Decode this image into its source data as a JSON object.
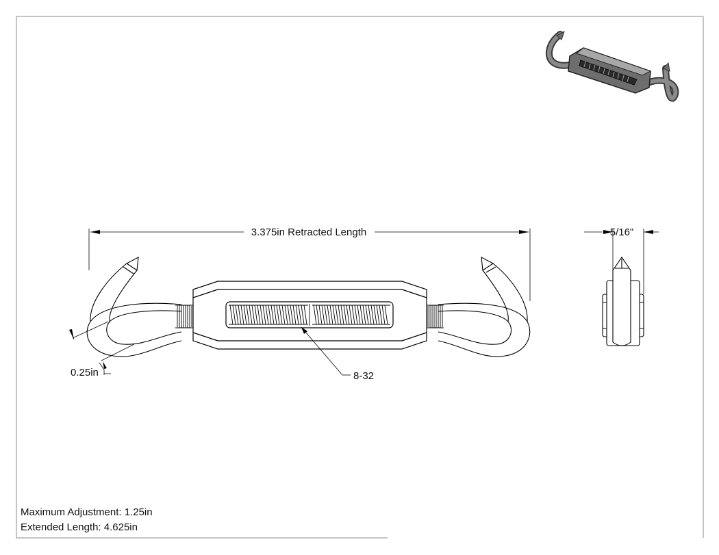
{
  "drawing": {
    "dimensions": {
      "retracted_length": "3.375in Retracted Length",
      "wire_diameter": "0.25in",
      "thread_callout": "8-32",
      "side_width": "5/16\""
    },
    "notes": {
      "max_adjustment": "Maximum Adjustment: 1.25in",
      "extended_length": "Extended Length: 4.625in"
    },
    "colors": {
      "line": "#000000",
      "render_body": "#6e6e6e",
      "render_dark": "#3a3a3a",
      "render_light": "#a8a8a8"
    }
  }
}
